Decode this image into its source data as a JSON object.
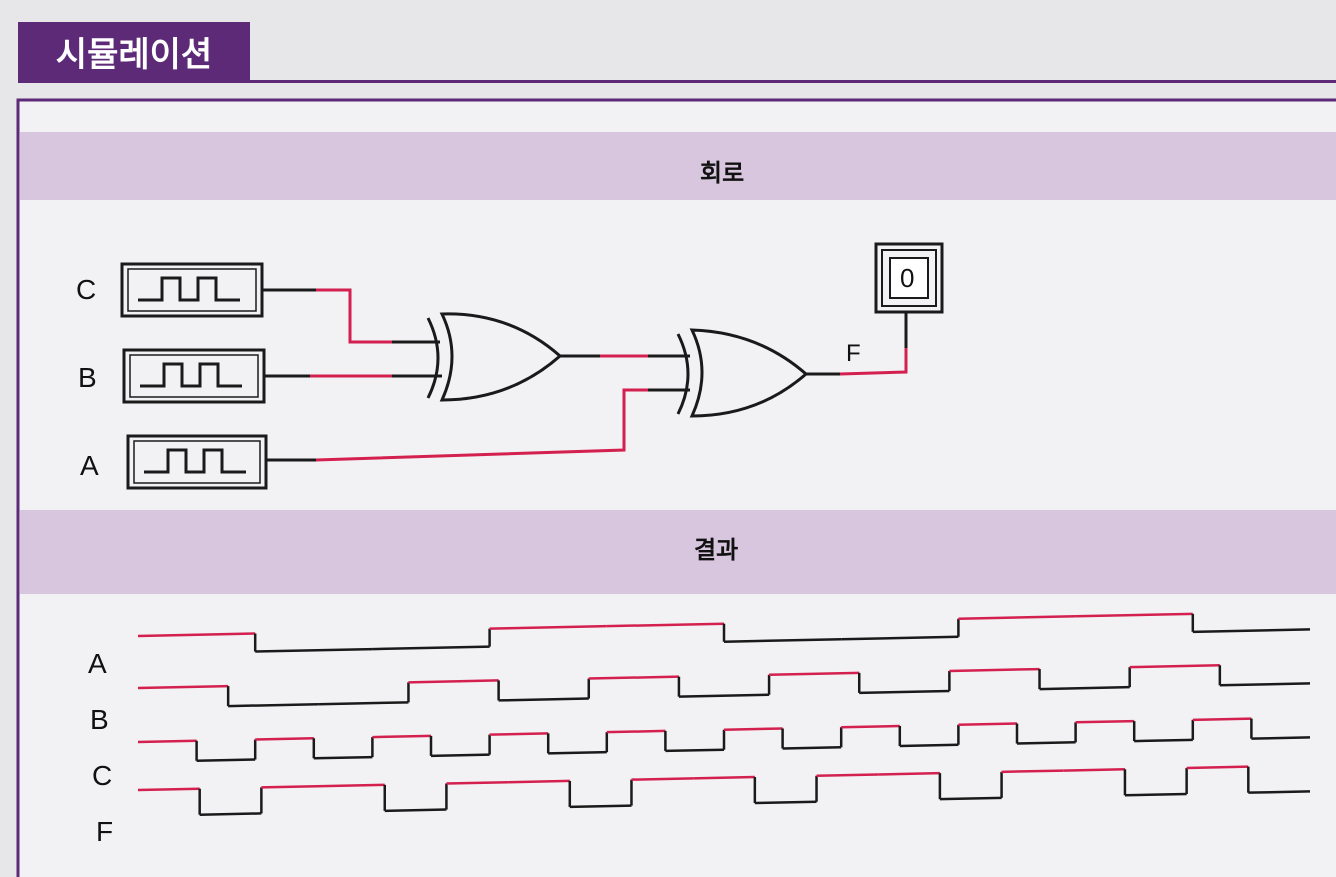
{
  "page_title": "시뮬레이션",
  "sections": {
    "circuit_title": "회로",
    "result_title": "결과"
  },
  "circuit": {
    "inputs": [
      {
        "label": "C"
      },
      {
        "label": "B"
      },
      {
        "label": "A"
      }
    ],
    "output_label": "F",
    "output_value": "0",
    "gates": [
      "xor",
      "xor"
    ]
  },
  "waveforms": {
    "signals": [
      {
        "label": "A",
        "levels": [
          1,
          0,
          0,
          1,
          1,
          0,
          0,
          1,
          1,
          0
        ]
      },
      {
        "label": "B",
        "levels": [
          1,
          0,
          0,
          1,
          0,
          1,
          0,
          1,
          0,
          1,
          0,
          1,
          0
        ]
      },
      {
        "label": "C",
        "levels": [
          1,
          0,
          1,
          0,
          1,
          0,
          1,
          0,
          1,
          0,
          1,
          0,
          1,
          0,
          1,
          0,
          1,
          0,
          1,
          0
        ]
      },
      {
        "label": "F",
        "levels": [
          1,
          0,
          1,
          1,
          0,
          1,
          1,
          0,
          1,
          1,
          0,
          1,
          1,
          0,
          1,
          1,
          0,
          1,
          0
        ]
      }
    ]
  },
  "colors": {
    "brand_purple": "#5c2a77",
    "band": "#d8c6de",
    "wire_high": "#d3204f",
    "wire_low": "#1a1a1a"
  }
}
